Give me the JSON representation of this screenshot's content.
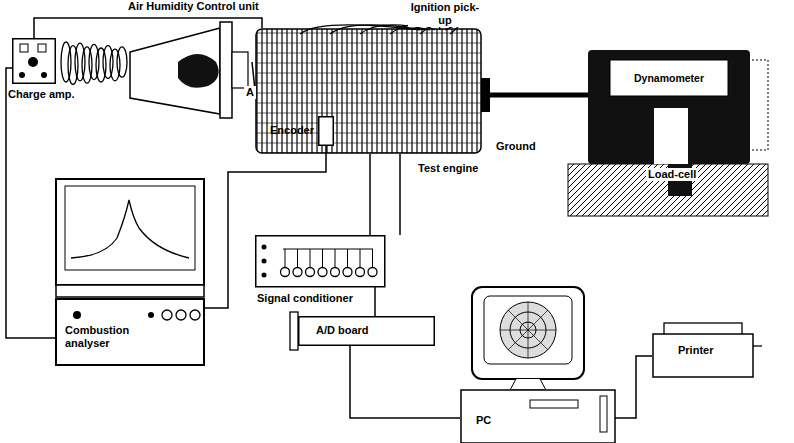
{
  "diagram": {
    "nodes": [
      {
        "text": [
          "Air Humidity Control unit"
        ]
      },
      {
        "text": [
          "Charge amp."
        ]
      },
      {
        "text": [
          "Test engine"
        ]
      },
      {
        "text": [
          "Encoder"
        ]
      },
      {
        "text": [
          "Dynamometer"
        ]
      },
      {
        "text": [
          "Signal conditioner"
        ]
      },
      {
        "text": [
          "Combustion analyser"
        ]
      },
      {
        "text": [
          "A/D board"
        ]
      },
      {
        "text": [
          "PC"
        ]
      },
      {
        "text": [
          "Printer"
        ]
      }
    ],
    "edges": [
      {
        "from": 0,
        "to": 2,
        "arrow": "none"
      },
      {
        "from": 1,
        "to": 2,
        "arrow": "none"
      },
      {
        "from": 1,
        "to": 6,
        "arrow": "none"
      },
      {
        "from": 3,
        "to": 6,
        "arrow": "none"
      },
      {
        "from": 2,
        "to": 5,
        "arrow": "none"
      },
      {
        "from": 2,
        "to": 5,
        "arrow": "none"
      },
      {
        "from": 5,
        "to": 7,
        "arrow": "none"
      },
      {
        "from": 7,
        "to": 8,
        "arrow": "none"
      },
      {
        "from": 8,
        "to": 9,
        "arrow": "none"
      },
      {
        "from": 2,
        "to": 4,
        "arrow": "none"
      }
    ],
    "labels": [
      "Ignition pick-up",
      "A",
      "Ground",
      "Load-cell"
    ]
  }
}
